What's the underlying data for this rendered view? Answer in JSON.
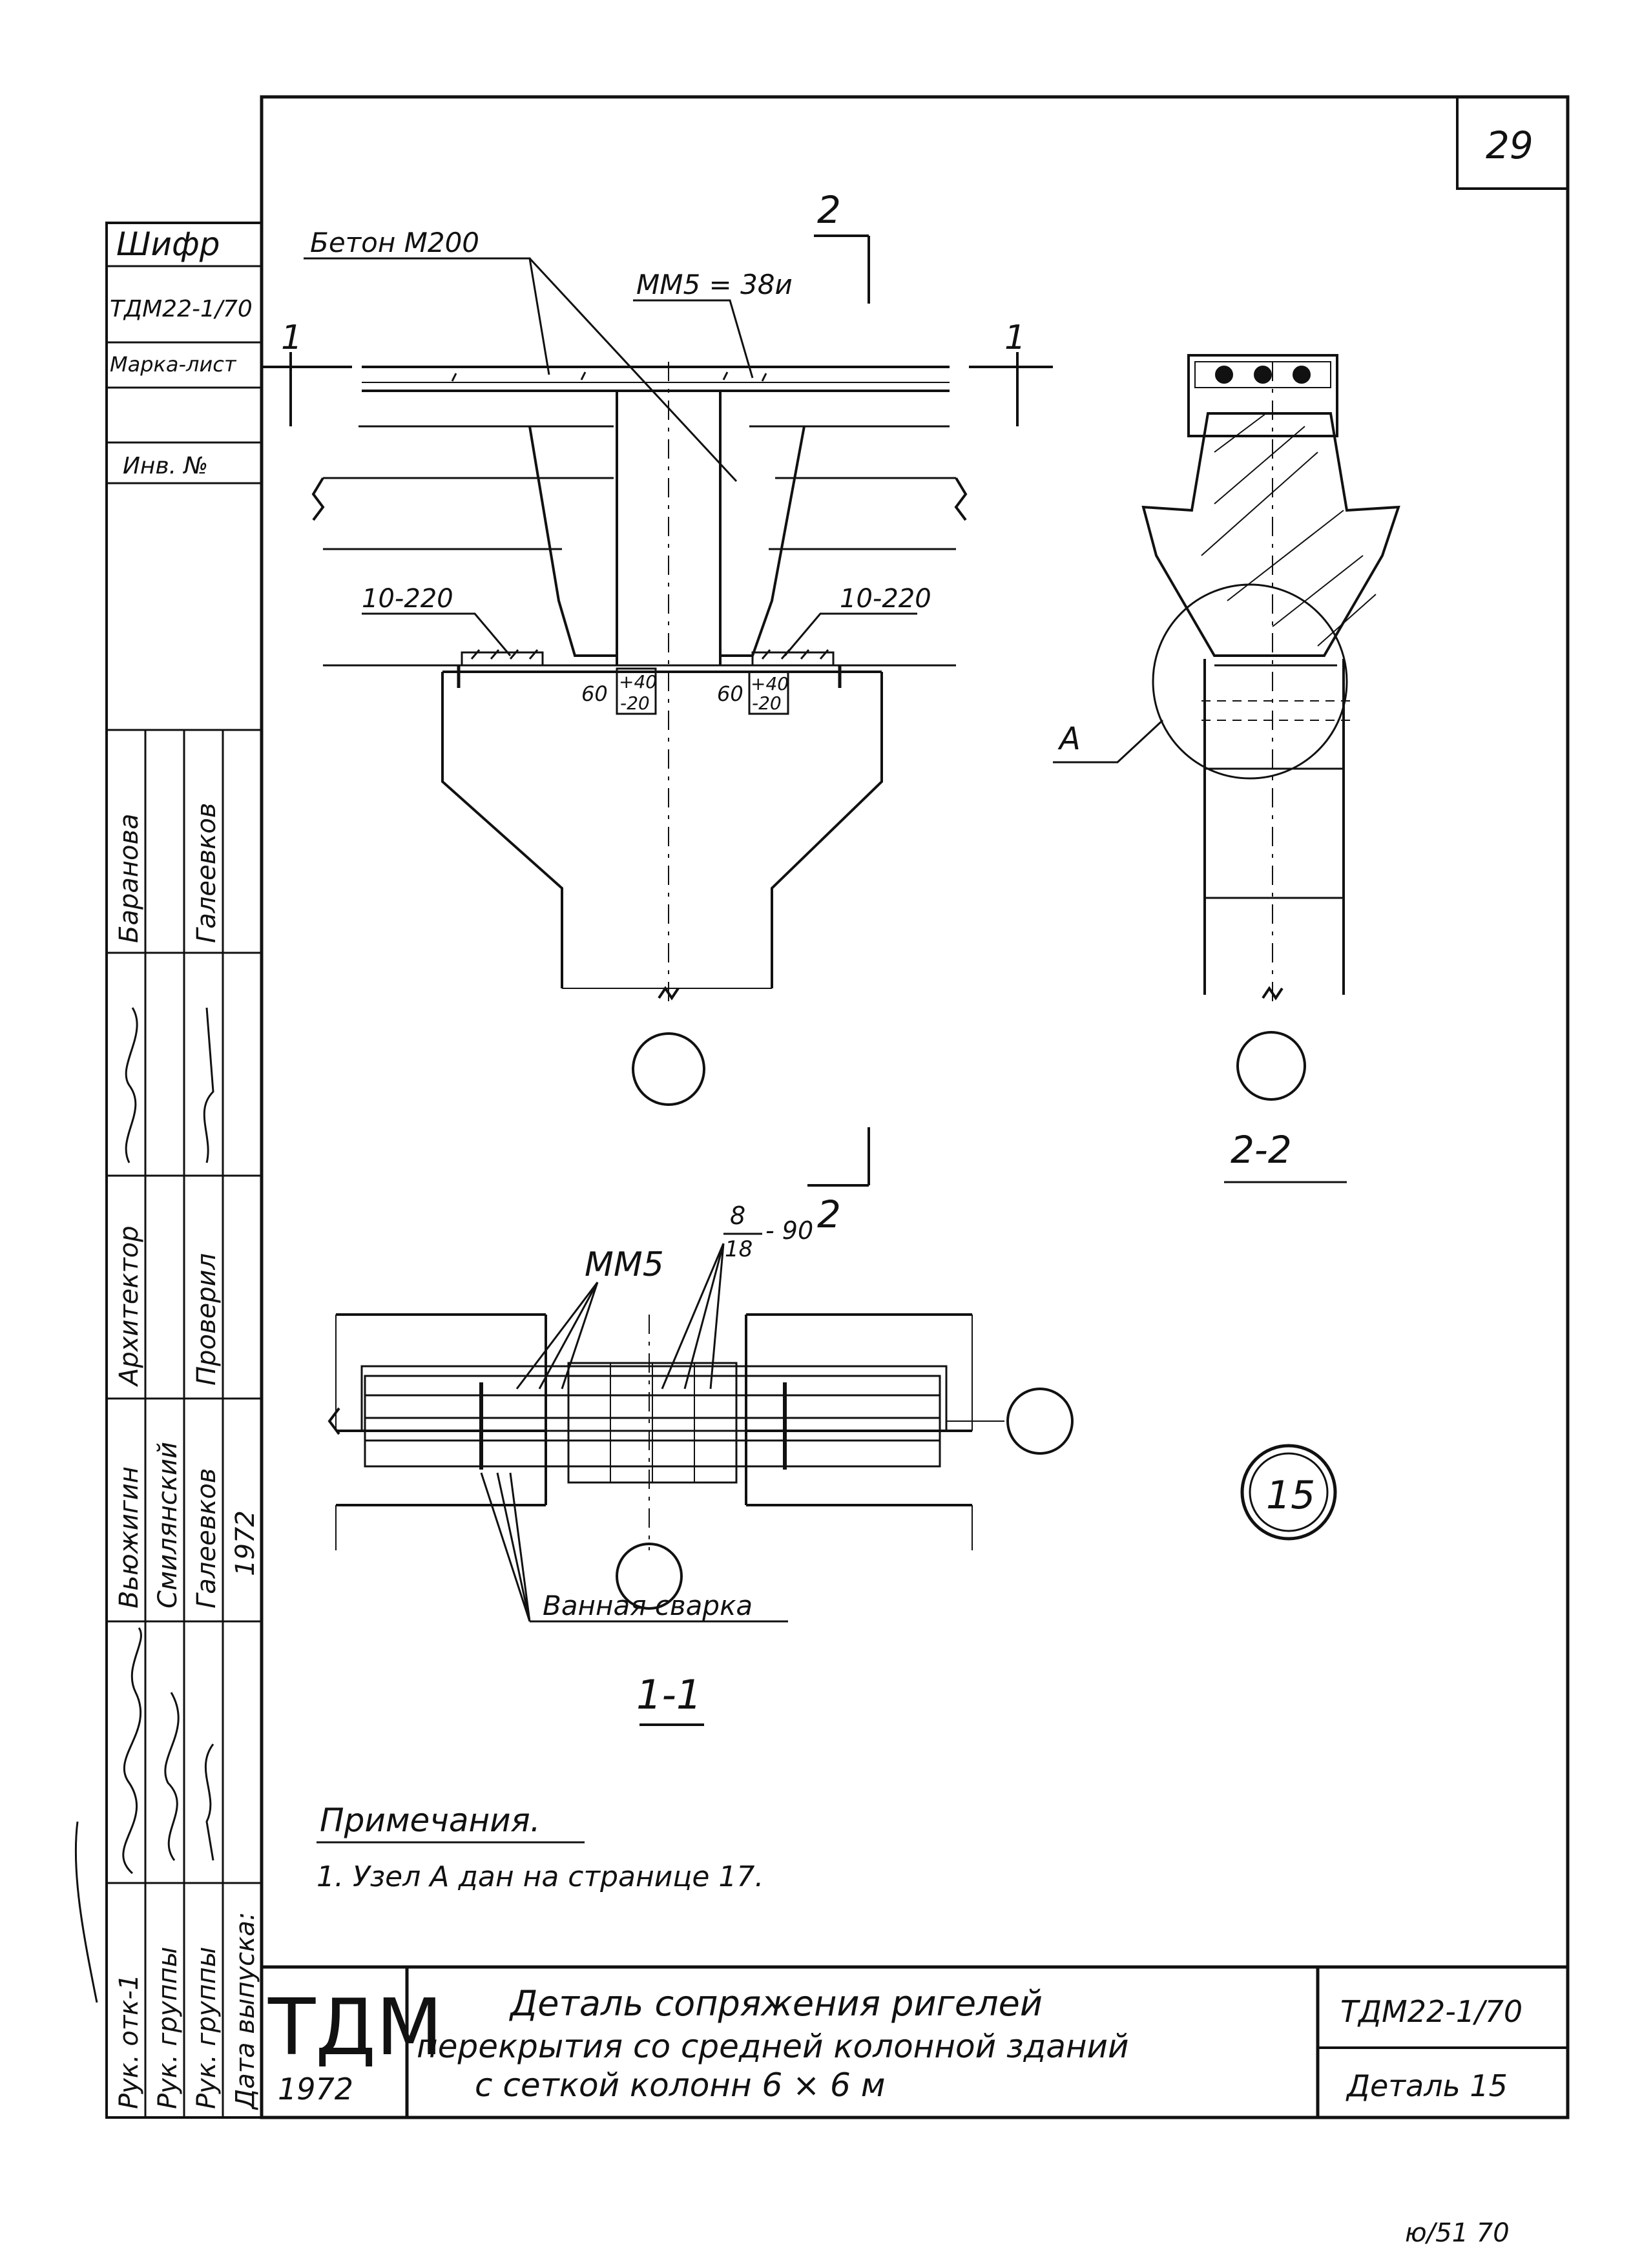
{
  "sheet": {
    "page_number": "29",
    "bottom_edge_note": "ю/51 70"
  },
  "side_stamp": {
    "cipher_label": "Шифр",
    "cipher_value": "ТДМ22-1/70",
    "sheet_mark_label": "Марка-лист",
    "inventory_label": "Инв. №",
    "roles": [
      "Рук. отк-1",
      "Рук. группы",
      "Рук. группы",
      "Дата выпуска:"
    ],
    "executors": [
      "Вьюжигин",
      "Смилянский",
      "Галеевков",
      "1972"
    ],
    "architect_label": "Архитектор",
    "architect_name": "Баранова",
    "checked_label": "Проверил",
    "checked_name": "Галеевков"
  },
  "section_2_2_view": {
    "concrete_label": "Бетон М200",
    "mesh_label": "ММ5 = 38и",
    "cut_mark_1": "1",
    "cut_mark_2": "2",
    "rebar_left": "10-220",
    "rebar_right": "10-220",
    "gap_left": "60",
    "gap_right": "60",
    "tolerance_upper": "+40",
    "tolerance_lower": "-20"
  },
  "section_side_view": {
    "node_label": "А",
    "title": "2-2"
  },
  "plan_view": {
    "mesh_label": "ММ5",
    "rebar_label_top": "8",
    "rebar_label_bottom": "18",
    "rebar_spacing": "- 90",
    "weld_label": "Ванная сварка",
    "title": "1-1"
  },
  "detail_badge": "15",
  "notes": {
    "heading": "Примечания.",
    "item_1": "1. Узел А дан на странице 17."
  },
  "title_block": {
    "logo": "ТДМ",
    "year": "1972",
    "title_line_1": "Деталь сопряжения ригелей",
    "title_line_2": "перекрытия со средней колонной зданий",
    "title_line_3": "с сеткой колонн 6 × 6 м",
    "code": "ТДМ22-1/70",
    "detail": "Деталь 15"
  }
}
